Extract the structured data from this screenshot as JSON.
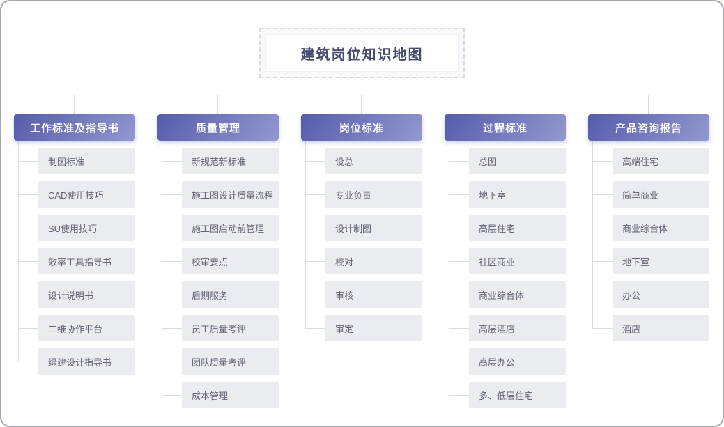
{
  "title": "建筑岗位知识地图",
  "columns": [
    {
      "header": "工作标准及指导书",
      "items": [
        "制图标准",
        "CAD使用技巧",
        "SU使用技巧",
        "效率工具指导书",
        "设计说明书",
        "二维协作平台",
        "绿建设计指导书"
      ]
    },
    {
      "header": "质量管理",
      "items": [
        "新规范新标准",
        "施工图设计质量流程",
        "施工图启动前管理",
        "校审要点",
        "后期服务",
        "员工质量考评",
        "团队质量考评",
        "成本管理"
      ]
    },
    {
      "header": "岗位标准",
      "items": [
        "设总",
        "专业负责",
        "设计制图",
        "校对",
        "审核",
        "审定"
      ]
    },
    {
      "header": "过程标准",
      "items": [
        "总图",
        "地下室",
        "高层住宅",
        "社区商业",
        "商业综合体",
        "高层酒店",
        "高层办公",
        "多、低层住宅"
      ]
    },
    {
      "header": "产品咨询报告",
      "items": [
        "高端住宅",
        "简单商业",
        "商业综合体",
        "地下室",
        "办公",
        "酒店"
      ]
    }
  ],
  "colors": {
    "header_gradient_start": "#565cab",
    "header_gradient_end": "#9298cf",
    "item_bg": "#ebecef",
    "item_text": "#5f6477",
    "title_text": "#474d6e",
    "connector_line": "#d9dbe3",
    "title_dash": "#d9d9e6"
  }
}
